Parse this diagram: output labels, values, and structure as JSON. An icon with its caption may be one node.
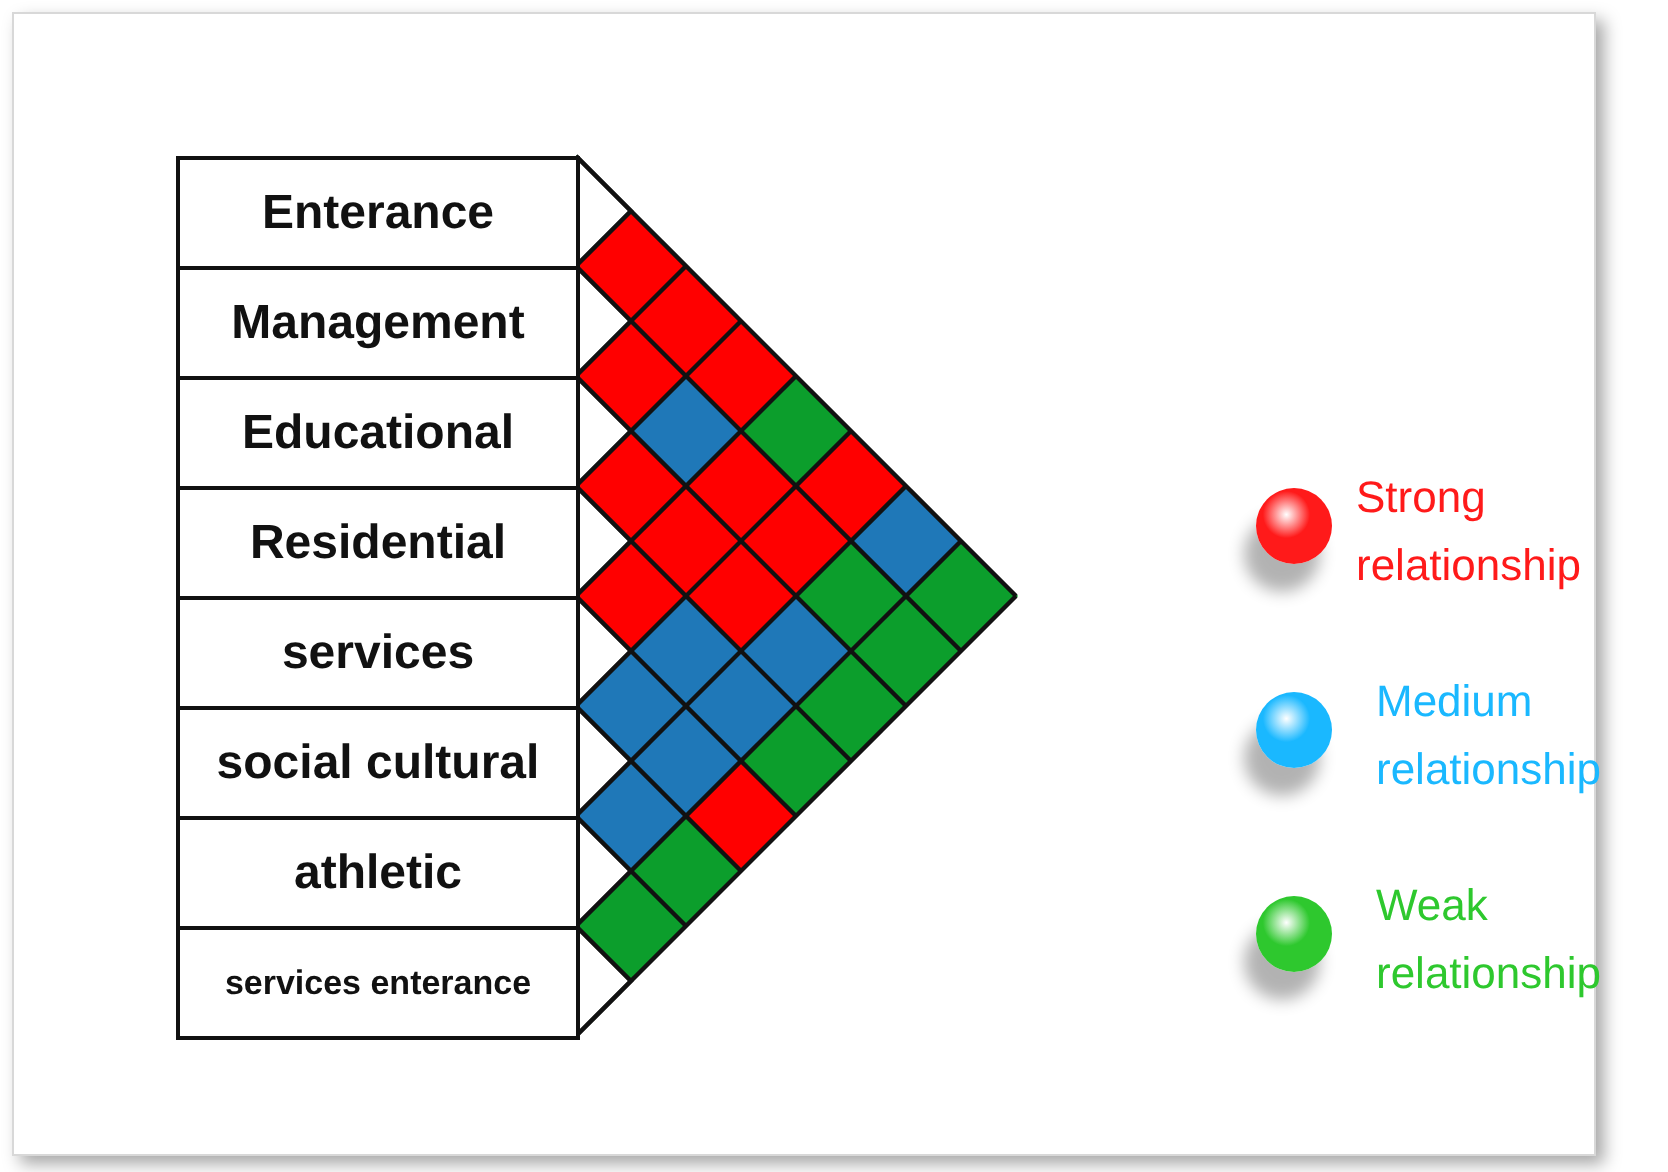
{
  "diagram": {
    "nodes": [
      {
        "text": [
          "Enterance"
        ]
      },
      {
        "text": [
          "Management"
        ]
      },
      {
        "text": [
          "Educational"
        ]
      },
      {
        "text": [
          "Residential"
        ]
      },
      {
        "text": [
          "services"
        ]
      },
      {
        "text": [
          "social cultural"
        ]
      },
      {
        "text": [
          "athletic"
        ]
      },
      {
        "text": [
          "services enterance"
        ]
      }
    ],
    "edges": [
      {
        "from": 0,
        "to": 1,
        "arrow": "none",
        "color": "#ff0000"
      },
      {
        "from": 1,
        "to": 2,
        "arrow": "none",
        "color": "#ff0000"
      },
      {
        "from": 2,
        "to": 3,
        "arrow": "none",
        "color": "#ff0000"
      },
      {
        "from": 3,
        "to": 4,
        "arrow": "none",
        "color": "#ff0000"
      },
      {
        "from": 4,
        "to": 5,
        "arrow": "none",
        "color": "#1f78b8"
      },
      {
        "from": 5,
        "to": 6,
        "arrow": "none",
        "color": "#1f78b8"
      },
      {
        "from": 6,
        "to": 7,
        "arrow": "none",
        "color": "#0c9e2c"
      },
      {
        "from": 0,
        "to": 2,
        "arrow": "none",
        "color": "#ff0000"
      },
      {
        "from": 1,
        "to": 3,
        "arrow": "none",
        "color": "#1f78b8"
      },
      {
        "from": 2,
        "to": 4,
        "arrow": "none",
        "color": "#ff0000"
      },
      {
        "from": 3,
        "to": 5,
        "arrow": "none",
        "color": "#1f78b8"
      },
      {
        "from": 4,
        "to": 6,
        "arrow": "none",
        "color": "#1f78b8"
      },
      {
        "from": 5,
        "to": 7,
        "arrow": "none",
        "color": "#0c9e2c"
      },
      {
        "from": 0,
        "to": 3,
        "arrow": "none",
        "color": "#ff0000"
      },
      {
        "from": 1,
        "to": 4,
        "arrow": "none",
        "color": "#ff0000"
      },
      {
        "from": 2,
        "to": 5,
        "arrow": "none",
        "color": "#ff0000"
      },
      {
        "from": 3,
        "to": 6,
        "arrow": "none",
        "color": "#1f78b8"
      },
      {
        "from": 4,
        "to": 7,
        "arrow": "none",
        "color": "#ff0000"
      },
      {
        "from": 0,
        "to": 4,
        "arrow": "none",
        "color": "#0c9e2c"
      },
      {
        "from": 1,
        "to": 5,
        "arrow": "none",
        "color": "#ff0000"
      },
      {
        "from": 2,
        "to": 6,
        "arrow": "none",
        "color": "#1f78b8"
      },
      {
        "from": 3,
        "to": 7,
        "arrow": "none",
        "color": "#0c9e2c"
      },
      {
        "from": 0,
        "to": 5,
        "arrow": "none",
        "color": "#ff0000"
      },
      {
        "from": 1,
        "to": 6,
        "arrow": "none",
        "color": "#0c9e2c"
      },
      {
        "from": 2,
        "to": 7,
        "arrow": "none",
        "color": "#0c9e2c"
      },
      {
        "from": 0,
        "to": 6,
        "arrow": "none",
        "color": "#1f78b8"
      },
      {
        "from": 1,
        "to": 7,
        "arrow": "none",
        "color": "#0c9e2c"
      },
      {
        "from": 0,
        "to": 7,
        "arrow": "none",
        "color": "#0c9e2c"
      }
    ],
    "legend": [
      {
        "text": "Strong relationship",
        "color": "#ff1a1a"
      },
      {
        "text": "Medium relationship",
        "color": "#1ab8ff"
      },
      {
        "text": "Weak relationship",
        "color": "#2ec82e"
      }
    ]
  }
}
